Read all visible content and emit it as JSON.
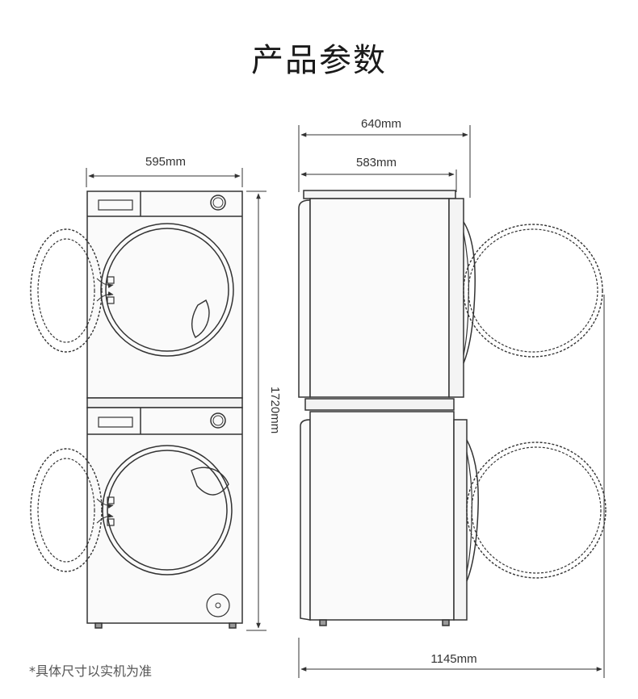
{
  "title": "产品参数",
  "dimensions": {
    "front_width": "595mm",
    "side_total_depth": "640mm",
    "side_body_depth": "583mm",
    "height": "1720mm",
    "depth_door_open": "1145mm"
  },
  "note": "*具体尺寸以实机为准"
}
